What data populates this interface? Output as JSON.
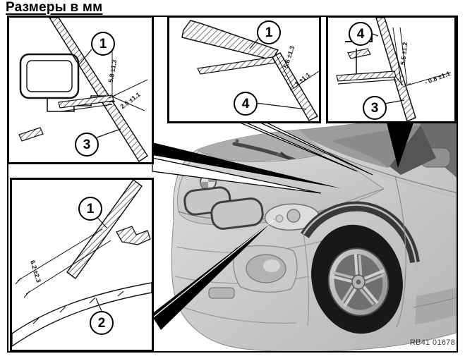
{
  "title": "Размеры в мм",
  "figure_code": "RB41 01678",
  "insets": {
    "top_left": {
      "callout_a": "1",
      "callout_b": "3",
      "dim_a": "5.8 ±1.3",
      "dim_b": "2.5 ±1.1"
    },
    "top_middle": {
      "callout_a": "1",
      "callout_b": "4",
      "dim_a": "5.6 ±1.3",
      "dim_b": "1 ±1.1"
    },
    "top_right": {
      "callout_a": "4",
      "callout_b": "3",
      "dim_a": "5.5 ±1.2",
      "dim_b": "- 0.8 ±1.1"
    },
    "bottom_left": {
      "callout_a": "1",
      "callout_b": "2",
      "dim_a": "6.2 ±2.3"
    }
  }
}
